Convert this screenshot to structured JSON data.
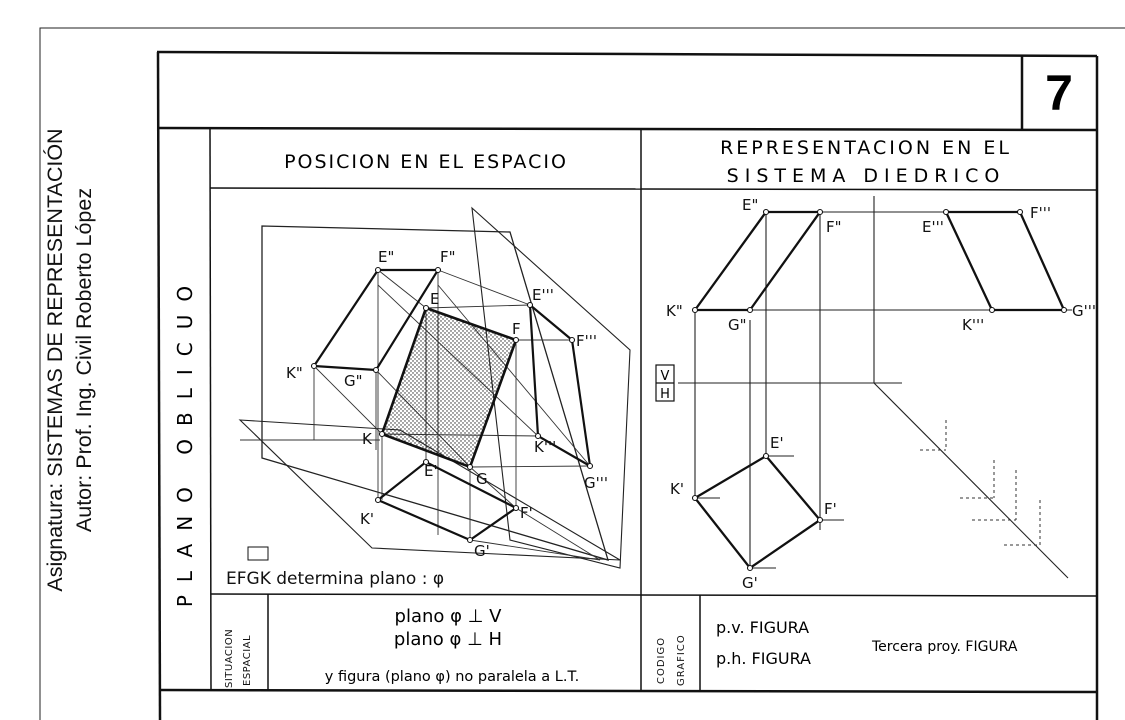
{
  "sidebar": {
    "line1": "Asignatura: SISTEMAS DE REPRESENTACIÓN",
    "line2": "Autor: Prof. Ing. Civil Roberto López"
  },
  "sheet": {
    "number": "7",
    "section_left": "POSICION EN EL ESPACIO",
    "section_right_line1": "REPRESENTACION EN EL",
    "section_right_line2": "SISTEMA DIEDRICO",
    "vertical_title": "PLANO OBLICUO"
  },
  "space_labels": {
    "E2": "E\"",
    "F2": "F\"",
    "E": "E",
    "E3": "E'''",
    "F": "F",
    "F3": "F'''",
    "K2": "K\"",
    "G2": "G\"",
    "K": "K",
    "K3": "K'''",
    "E1": "E'",
    "G": "G",
    "G3": "G'''",
    "K1": "K'",
    "F1": "F'",
    "G1": "G'"
  },
  "diedric_labels": {
    "E2": "E\"",
    "F2": "F\"",
    "E3": "E'''",
    "F3": "F'''",
    "K2": "K\"",
    "G2": "G\"",
    "K3": "K'''",
    "G3": "G'''",
    "V": "V",
    "H": "H",
    "E1": "E'",
    "K1": "K'",
    "F1": "F'",
    "G1": "G'"
  },
  "caption": "EFGK determina plano : φ",
  "situacion": {
    "header_line1": "SITUACION",
    "header_line2": "ESPACIAL",
    "rule1": "plano φ ⊥ V",
    "rule2": "plano φ ⊥ H",
    "rule3": "y figura (plano φ) no paralela a L.T."
  },
  "codigo": {
    "header_line1": "CODIGO",
    "header_line2": "GRAFICO",
    "pv": "p.v. FIGURA",
    "ph": "p.h. FIGURA",
    "tercera": "Tercera proy. FIGURA"
  }
}
